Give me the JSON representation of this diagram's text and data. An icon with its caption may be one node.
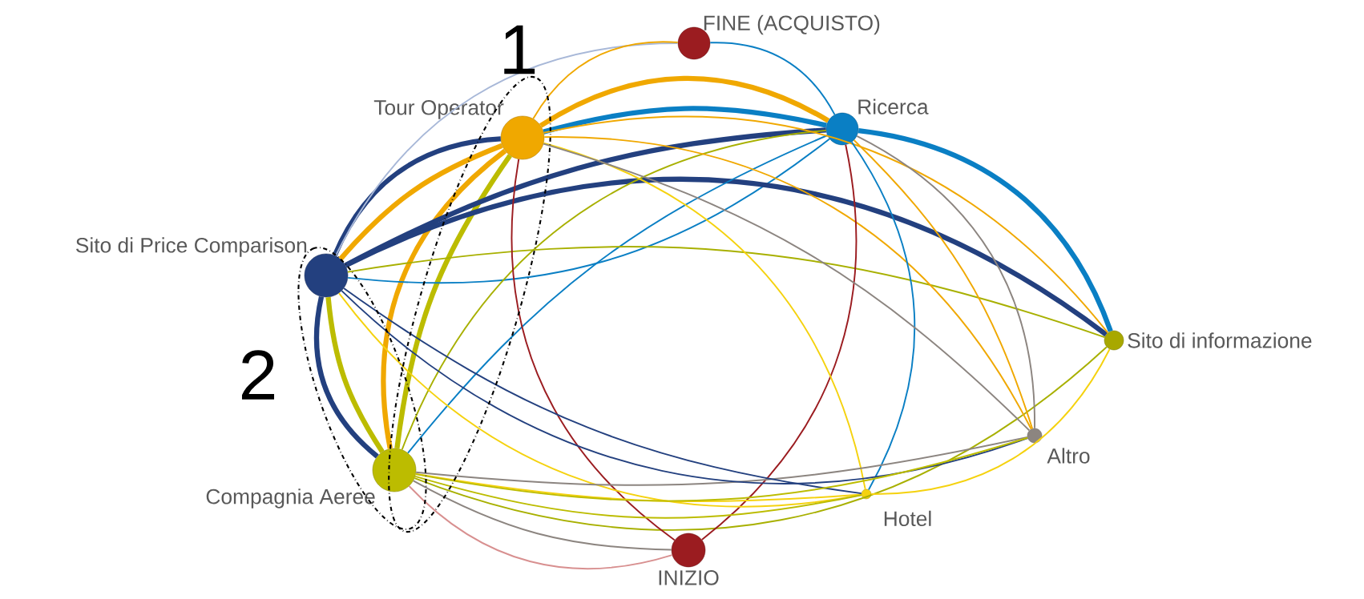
{
  "diagram": {
    "nodes": [
      {
        "text": [
          "FINE (ACQUISTO)"
        ]
      },
      {
        "text": [
          "Tour Operator"
        ]
      },
      {
        "text": [
          "Ricerca"
        ]
      },
      {
        "text": [
          "Sito di Price Comparison"
        ]
      },
      {
        "text": [
          "Sito di informazione"
        ]
      },
      {
        "text": [
          "Altro"
        ]
      },
      {
        "text": [
          "Compagnia Aeree"
        ]
      },
      {
        "text": [
          "Hotel"
        ]
      },
      {
        "text": [
          "INIZIO"
        ]
      }
    ],
    "edges": [
      {
        "from": 1,
        "to": 2,
        "arrow": "none",
        "style": "thick",
        "color": "#f0a800"
      },
      {
        "from": 2,
        "to": 1,
        "arrow": "none",
        "style": "thick",
        "color": "#0a7fc4"
      },
      {
        "from": 3,
        "to": 1,
        "arrow": "none",
        "style": "thick",
        "color": "#23407f"
      },
      {
        "from": 1,
        "to": 3,
        "arrow": "none",
        "style": "thick",
        "color": "#f0a800"
      },
      {
        "from": 1,
        "to": 6,
        "arrow": "none",
        "style": "thick",
        "color": "#f0a800"
      },
      {
        "from": 6,
        "to": 1,
        "arrow": "none",
        "style": "thick",
        "color": "#bcbc00"
      },
      {
        "from": 3,
        "to": 6,
        "arrow": "none",
        "style": "thick",
        "color": "#23407f"
      },
      {
        "from": 6,
        "to": 3,
        "arrow": "none",
        "style": "thick",
        "color": "#bcbc00"
      },
      {
        "from": 3,
        "to": 2,
        "arrow": "none",
        "style": "thick",
        "color": "#23407f"
      },
      {
        "from": 2,
        "to": 3,
        "arrow": "none",
        "color": "#0a7fc4"
      },
      {
        "from": 3,
        "to": 4,
        "arrow": "none",
        "style": "thick",
        "color": "#23407f"
      },
      {
        "from": 2,
        "to": 4,
        "arrow": "none",
        "style": "thick",
        "color": "#0a7fc4"
      },
      {
        "from": 6,
        "to": 2,
        "arrow": "none",
        "color": "#a8b000"
      },
      {
        "from": 2,
        "to": 6,
        "arrow": "none",
        "color": "#0a7fc4"
      },
      {
        "from": 6,
        "to": 4,
        "arrow": "none",
        "color": "#a8b000"
      },
      {
        "from": 4,
        "to": 3,
        "arrow": "none",
        "color": "#a8b000"
      },
      {
        "from": 1,
        "to": 4,
        "arrow": "none",
        "color": "#f0a800"
      },
      {
        "from": 1,
        "to": 5,
        "arrow": "none",
        "color": "#f0a800"
      },
      {
        "from": 3,
        "to": 0,
        "arrow": "none",
        "color": "#a8b8d8"
      },
      {
        "from": 1,
        "to": 0,
        "arrow": "none",
        "color": "#f0a800"
      },
      {
        "from": 2,
        "to": 0,
        "arrow": "none",
        "color": "#0a7fc4"
      },
      {
        "from": 8,
        "to": 1,
        "arrow": "none",
        "color": "#9b1c20"
      },
      {
        "from": 8,
        "to": 2,
        "arrow": "none",
        "color": "#9b1c20"
      },
      {
        "from": 8,
        "to": 6,
        "arrow": "none",
        "color": "#d89090"
      },
      {
        "from": 7,
        "to": 6,
        "arrow": "none",
        "color": "#f5d20f"
      },
      {
        "from": 7,
        "to": 3,
        "arrow": "none",
        "color": "#f5d20f"
      },
      {
        "from": 7,
        "to": 1,
        "arrow": "none",
        "color": "#f5d20f"
      },
      {
        "from": 2,
        "to": 7,
        "arrow": "none",
        "color": "#0a7fc4"
      },
      {
        "from": 7,
        "to": 4,
        "arrow": "none",
        "color": "#f5d20f"
      },
      {
        "from": 5,
        "to": 6,
        "arrow": "none",
        "color": "#8c8580"
      },
      {
        "from": 5,
        "to": 1,
        "arrow": "none",
        "color": "#8c8580"
      },
      {
        "from": 5,
        "to": 2,
        "arrow": "none",
        "color": "#8c8580"
      },
      {
        "from": 3,
        "to": 5,
        "arrow": "none",
        "color": "#23407f"
      },
      {
        "from": 3,
        "to": 7,
        "arrow": "none",
        "color": "#23407f"
      },
      {
        "from": 6,
        "to": 8,
        "arrow": "none",
        "color": "#8c8580"
      },
      {
        "from": 6,
        "to": 7,
        "arrow": "none",
        "color": "#bcbc00"
      },
      {
        "from": 6,
        "to": 5,
        "arrow": "none",
        "color": "#bcbc00"
      },
      {
        "from": 2,
        "to": 5,
        "arrow": "none",
        "color": "#f0a800"
      }
    ],
    "labels": [
      "1",
      "2"
    ]
  }
}
